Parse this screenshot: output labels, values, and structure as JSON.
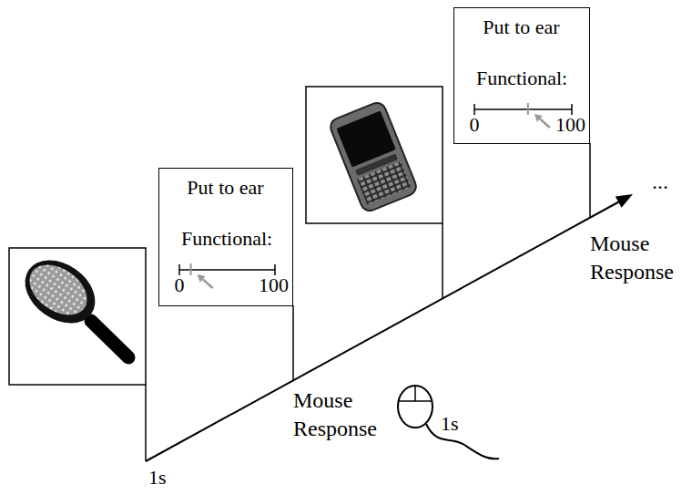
{
  "diagram": {
    "nodes": [
      {
        "text": [
          "Put to ear",
          "Functional:",
          "0",
          "100"
        ]
      },
      {
        "text": [
          "Put to ear",
          "Functional:",
          "0",
          "100"
        ]
      }
    ],
    "labels": [
      "1s",
      "Mouse Response",
      "1s",
      "Mouse Response",
      "..."
    ]
  }
}
